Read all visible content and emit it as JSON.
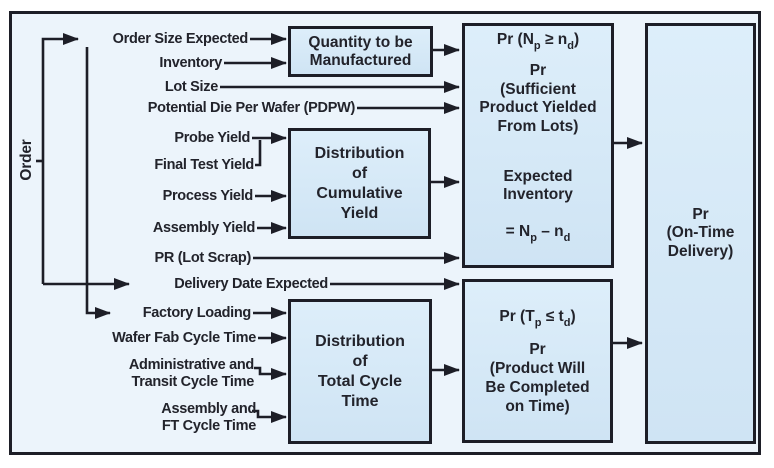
{
  "colors": {
    "line": "#1d1e27",
    "text": "#22232b",
    "canvas_fill": "#ecf4fb",
    "box_fill_top": "#ddeefa",
    "box_fill_bottom": "#cfe4f4"
  },
  "left_rail": {
    "label": "Order"
  },
  "inputs": {
    "order_size": "Order Size Expected",
    "inventory": "Inventory",
    "lot_size": "Lot Size",
    "pdpw": "Potential Die Per Wafer (PDPW)",
    "probe_yield": "Probe Yield",
    "final_test_yield": "Final Test Yield",
    "process_yield": "Process Yield",
    "assembly_yield": "Assembly Yield",
    "pr_lot_scrap": "PR (Lot Scrap)",
    "delivery_date": "Delivery Date Expected",
    "factory_loading": "Factory Loading",
    "wafer_fab": "Wafer Fab Cycle Time",
    "admin_transit": "Administrative and\nTransit Cycle Time",
    "assembly_ft": "Assembly and\nFT Cycle Time"
  },
  "process_boxes": {
    "quantity": "Quantity to be\nManufactured",
    "cumulative_yield": "Distribution\nof\nCumulative\nYield",
    "total_cycle": "Distribution\nof\nTotal Cycle\nTime"
  },
  "probability_boxes": {
    "yield": {
      "formula": {
        "pre": "Pr (N",
        "sub1": "p",
        "mid": " ≥ n",
        "sub2": "d",
        "post": ")"
      },
      "description": "Pr\n(Sufficient\nProduct Yielded\nFrom Lots)",
      "expected": "Expected\nInventory",
      "equation": {
        "pre": "= N",
        "sub1": "p",
        "mid": " – n",
        "sub2": "d",
        "post": ""
      }
    },
    "time": {
      "formula": {
        "pre": "Pr (T",
        "sub1": "p",
        "mid": " ≤ t",
        "sub2": "d",
        "post": ")"
      },
      "description": "Pr\n(Product Will\nBe Completed\non Time)"
    },
    "on_time": "Pr\n(On-Time\nDelivery)"
  }
}
